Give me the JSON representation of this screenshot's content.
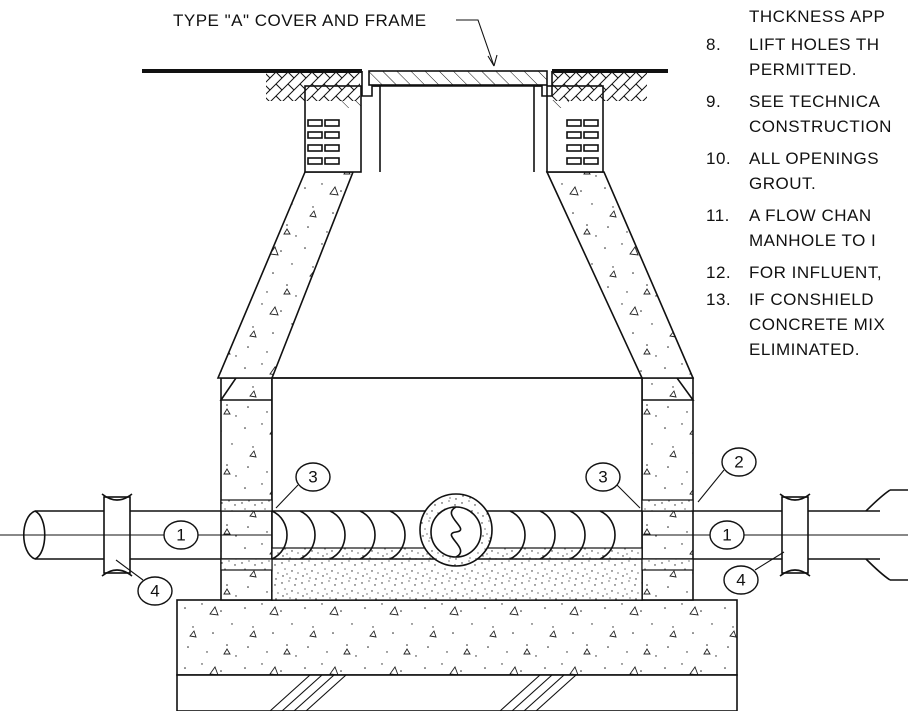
{
  "labels": {
    "cover_frame": "TYPE \"A\" COVER AND FRAME"
  },
  "notes": [
    {
      "num": "",
      "lines": [
        "THCKNESS APP"
      ]
    },
    {
      "num": "8.",
      "lines": [
        "LIFT HOLES TH",
        "PERMITTED."
      ]
    },
    {
      "num": "9.",
      "lines": [
        "SEE TECHNICA",
        "CONSTRUCTION"
      ]
    },
    {
      "num": "10.",
      "lines": [
        "ALL OPENINGS",
        "GROUT."
      ]
    },
    {
      "num": "11.",
      "lines": [
        "A FLOW CHAN",
        "MANHOLE TO I"
      ]
    },
    {
      "num": "12.",
      "lines": [
        "FOR INFLUENT,"
      ]
    },
    {
      "num": "13.",
      "lines": [
        "IF CONSHIELD",
        "CONCRETE MIX",
        "ELIMINATED."
      ]
    }
  ],
  "callouts": [
    "1",
    "1",
    "2",
    "3",
    "3",
    "4",
    "4"
  ]
}
